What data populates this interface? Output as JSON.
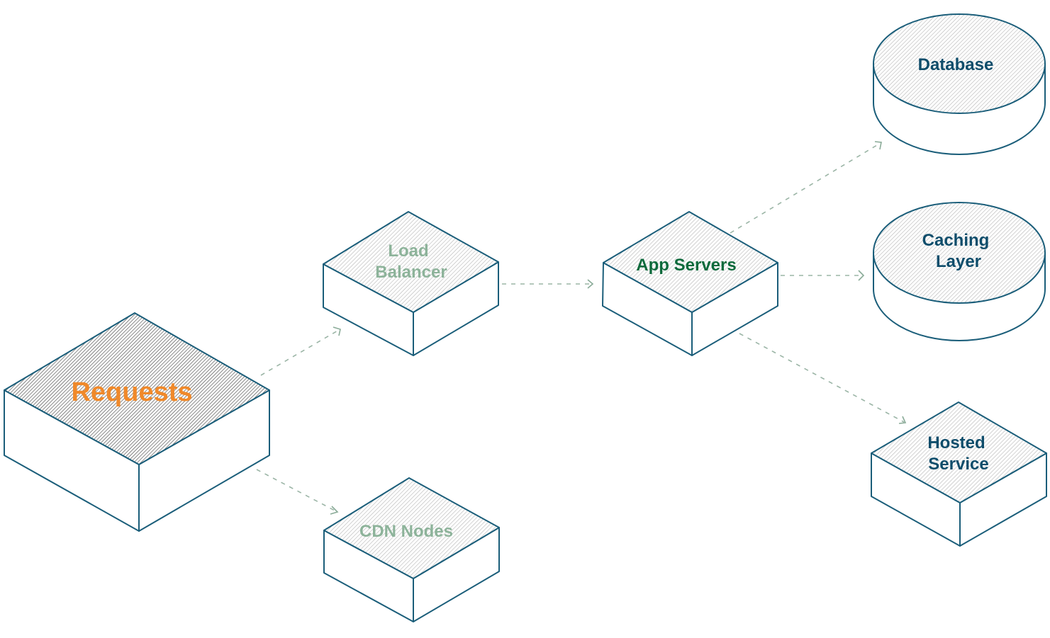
{
  "colors": {
    "outline": "#1b5e7a",
    "edge": "#9bb5a6",
    "hatch_light": "#b5b5b5",
    "hatch_dark": "#4a4a4a",
    "requests_text": "#f0892a",
    "muted_text": "#8db39a",
    "app_text": "#0e6a3c",
    "store_text": "#0f4d6b"
  },
  "nodes": {
    "requests": {
      "label": "Requests",
      "shape": "box"
    },
    "load_balancer": {
      "label_line1": "Load",
      "label_line2": "Balancer",
      "shape": "box"
    },
    "cdn_nodes": {
      "label": "CDN Nodes",
      "shape": "box"
    },
    "app_servers": {
      "label": "App Servers",
      "shape": "box"
    },
    "database": {
      "label": "Database",
      "shape": "cylinder"
    },
    "caching_layer": {
      "label_line1": "Caching",
      "label_line2": "Layer",
      "shape": "cylinder"
    },
    "hosted_service": {
      "label_line1": "Hosted",
      "label_line2": "Service",
      "shape": "box"
    }
  },
  "edges": [
    {
      "from": "Requests",
      "to": "Load Balancer"
    },
    {
      "from": "Requests",
      "to": "CDN Nodes"
    },
    {
      "from": "Load Balancer",
      "to": "App Servers"
    },
    {
      "from": "App Servers",
      "to": "Database"
    },
    {
      "from": "App Servers",
      "to": "Caching Layer"
    },
    {
      "from": "App Servers",
      "to": "Hosted Service"
    }
  ]
}
